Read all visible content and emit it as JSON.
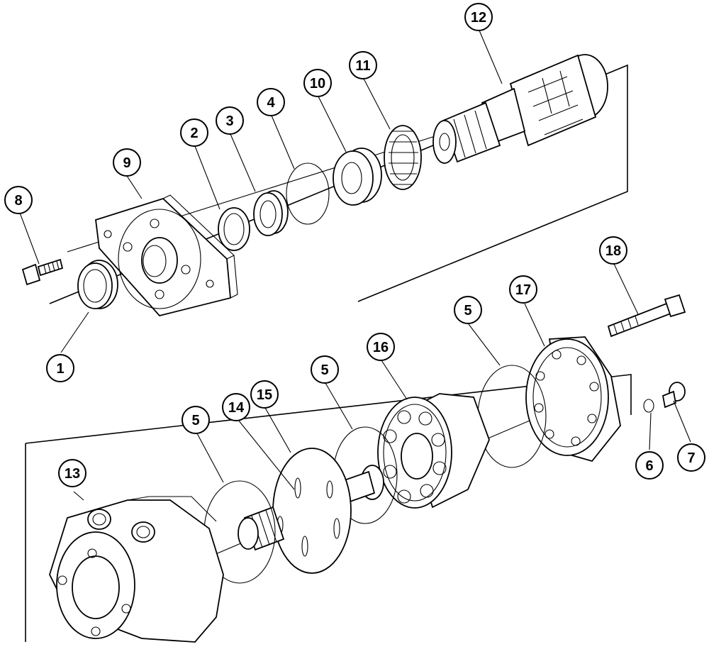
{
  "callouts": [
    {
      "id": "c12",
      "label": "12"
    },
    {
      "id": "c11",
      "label": "11"
    },
    {
      "id": "c10",
      "label": "10"
    },
    {
      "id": "c4",
      "label": "4"
    },
    {
      "id": "c3",
      "label": "3"
    },
    {
      "id": "c2",
      "label": "2"
    },
    {
      "id": "c9",
      "label": "9"
    },
    {
      "id": "c8",
      "label": "8"
    },
    {
      "id": "c1",
      "label": "1"
    },
    {
      "id": "c18",
      "label": "18"
    },
    {
      "id": "c17",
      "label": "17"
    },
    {
      "id": "c5a",
      "label": "5"
    },
    {
      "id": "c16",
      "label": "16"
    },
    {
      "id": "c5b",
      "label": "5"
    },
    {
      "id": "c15",
      "label": "15"
    },
    {
      "id": "c14",
      "label": "14"
    },
    {
      "id": "c5c",
      "label": "5"
    },
    {
      "id": "c13",
      "label": "13"
    },
    {
      "id": "c6",
      "label": "6"
    },
    {
      "id": "c7",
      "label": "7"
    }
  ]
}
